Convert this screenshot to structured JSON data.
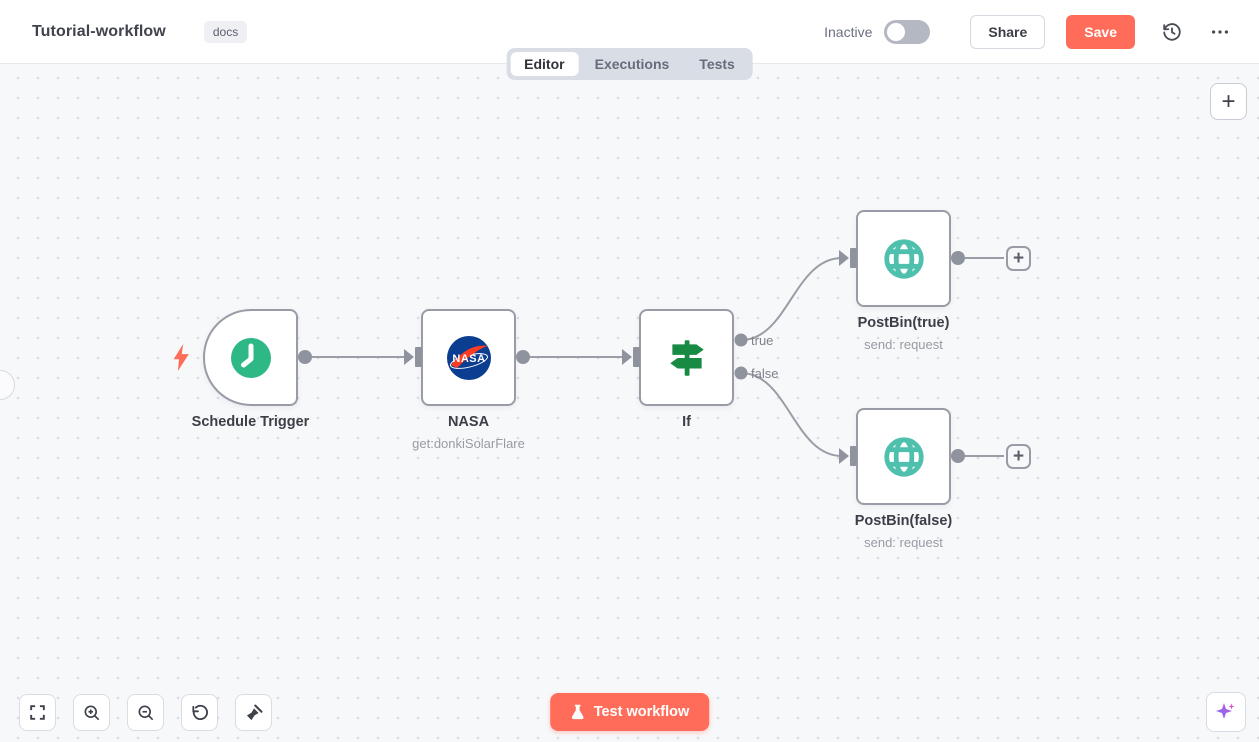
{
  "header": {
    "title": "Tutorial-workflow",
    "badge": "docs",
    "status_label": "Inactive",
    "status_active": false,
    "share_label": "Share",
    "save_label": "Save"
  },
  "tabs": [
    {
      "label": "Editor",
      "active": true
    },
    {
      "label": "Executions",
      "active": false
    },
    {
      "label": "Tests",
      "active": false
    }
  ],
  "workflow": {
    "nodes": [
      {
        "name": "Schedule Trigger",
        "type": "schedule-trigger",
        "subtitle": ""
      },
      {
        "name": "NASA",
        "type": "nasa",
        "subtitle": "get:donkiSolarFlare"
      },
      {
        "name": "If",
        "type": "if",
        "subtitle": "",
        "outputs": [
          "true",
          "false"
        ]
      },
      {
        "name": "PostBin(true)",
        "type": "postbin",
        "subtitle": "send: request"
      },
      {
        "name": "PostBin(false)",
        "type": "postbin",
        "subtitle": "send: request"
      }
    ],
    "connections": [
      {
        "from": "Schedule Trigger",
        "to": "NASA"
      },
      {
        "from": "NASA",
        "to": "If"
      },
      {
        "from": "If",
        "output": "true",
        "to": "PostBin(true)"
      },
      {
        "from": "If",
        "output": "false",
        "to": "PostBin(false)"
      }
    ]
  },
  "canvas_controls": {
    "test_button_label": "Test workflow",
    "zoom_buttons": [
      "fit-view",
      "zoom-in",
      "zoom-out",
      "reset-zoom",
      "tidy-up"
    ]
  },
  "glyphs": {
    "plus": "+"
  },
  "colors": {
    "accent": "#ff6d5a",
    "schedule_green": "#2eb885",
    "globe_teal": "#4fc0ae",
    "if_green": "#178a43",
    "nasa_blue": "#0b3d91",
    "nasa_red": "#fc3d21",
    "connector_gray": "#9a9da6",
    "node_border": "#999ca6"
  }
}
